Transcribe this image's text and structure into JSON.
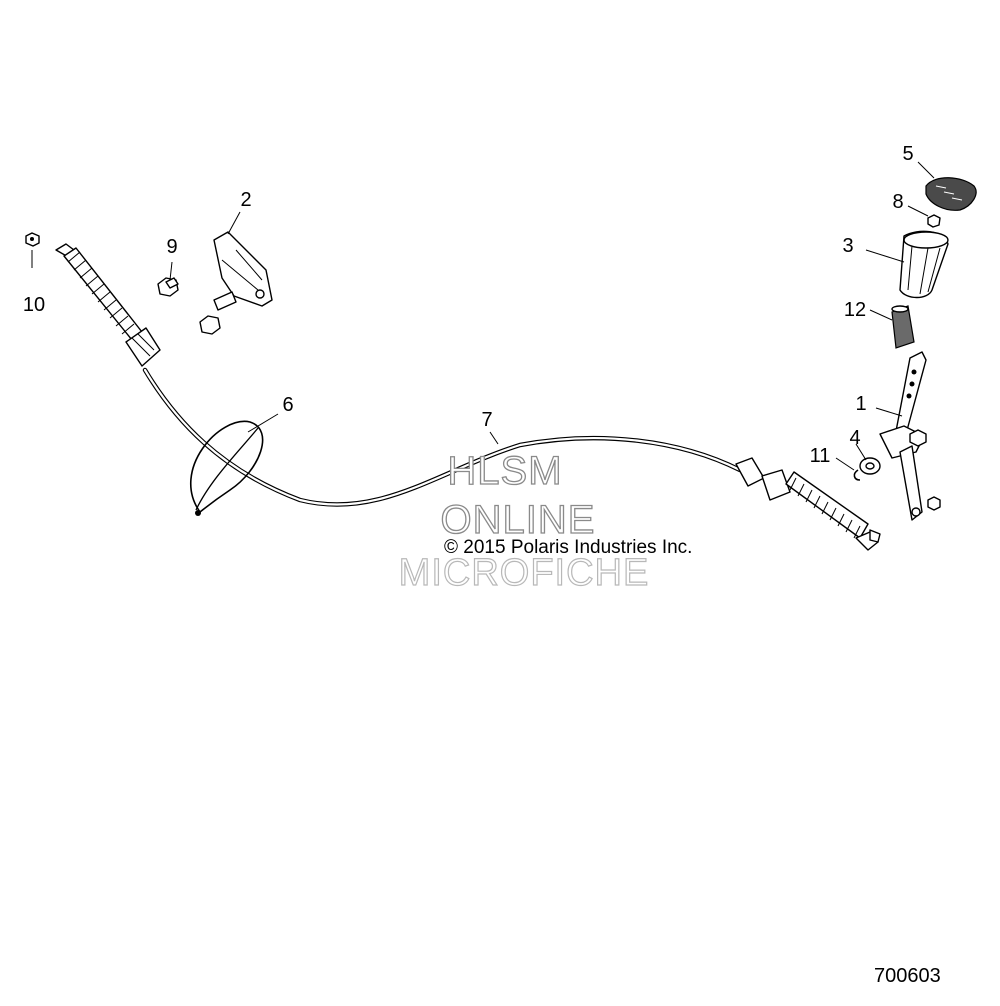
{
  "diagram": {
    "part_labels": [
      "1",
      "2",
      "3",
      "4",
      "5",
      "6",
      "7",
      "8",
      "9",
      "10",
      "11",
      "12"
    ],
    "watermark": {
      "line1": "HLSM",
      "line2": "ONLINE",
      "line3": "MICROFICHE"
    },
    "copyright": "© 2015 Polaris Industries Inc.",
    "figure_number": "700603"
  }
}
